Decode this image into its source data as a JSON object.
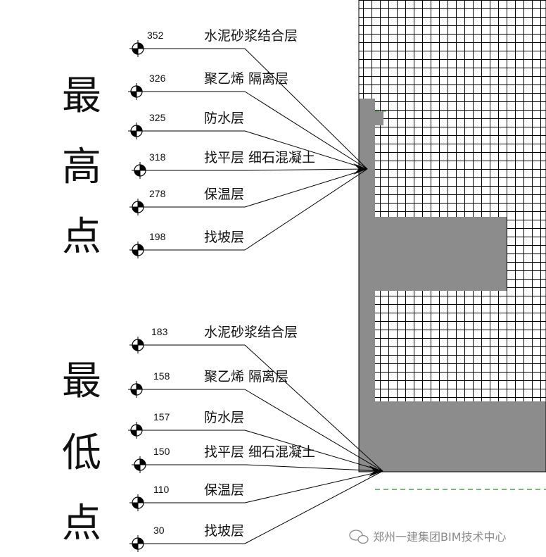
{
  "diagram": {
    "top_group": {
      "title_chars": [
        "最",
        "高",
        "点"
      ],
      "callouts": [
        {
          "elevation": "352",
          "label": "水泥砂浆结合层"
        },
        {
          "elevation": "326",
          "label": "聚乙烯 隔离层"
        },
        {
          "elevation": "325",
          "label": "防水层"
        },
        {
          "elevation": "318",
          "label": "找平层 细石混凝土"
        },
        {
          "elevation": "278",
          "label": "保温层"
        },
        {
          "elevation": "198",
          "label": "找坡层"
        }
      ]
    },
    "bottom_group": {
      "title_chars": [
        "最",
        "低",
        "点"
      ],
      "callouts": [
        {
          "elevation": "183",
          "label": "水泥砂浆结合层"
        },
        {
          "elevation": "158",
          "label": "聚乙烯 隔离层"
        },
        {
          "elevation": "157",
          "label": "防水层"
        },
        {
          "elevation": "150",
          "label": "找平层 细石混凝土"
        },
        {
          "elevation": "110",
          "label": "保温层"
        },
        {
          "elevation": "30",
          "label": "找坡层"
        }
      ]
    },
    "watermark": "郑州一建集团BIM技术中心",
    "colors": {
      "concrete": "#8c8c8c",
      "grid_line": "#000000",
      "leader_line": "#000000",
      "reference_dash": "#2e8b2e"
    }
  }
}
